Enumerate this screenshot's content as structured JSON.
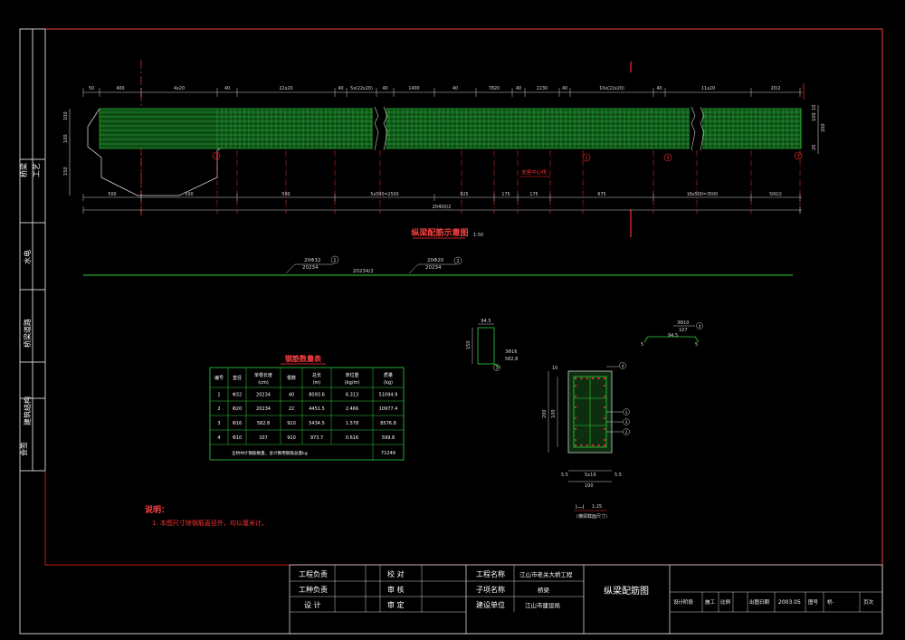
{
  "side_strip": {
    "labels": [
      "桥梁",
      "工艺",
      "水电",
      "桥梁道路",
      "建筑结构",
      "会签"
    ]
  },
  "elevation": {
    "title": "纵梁配筋示意图",
    "scale": "1:50",
    "top_dims": [
      "50",
      "400",
      "4x20",
      "40",
      "22x20",
      "40",
      "5x(22x20)",
      "40",
      "1400",
      "40",
      "7820",
      "40",
      "2230",
      "40",
      "10x(22x20)",
      "40",
      "11x20",
      "20/2"
    ],
    "bottom_dims": [
      "500",
      "500",
      "500",
      "5x500=2500",
      "925",
      "175",
      "175",
      "675",
      "16x500=3500",
      "500/2"
    ],
    "total_dim": "20400/2",
    "left_dims": [
      "100",
      "100",
      "150"
    ],
    "right_dims": [
      "10",
      "100",
      "200",
      "20"
    ],
    "center_note": "支座中心线",
    "circle_marks": [
      "3",
      "1",
      "3",
      "3"
    ]
  },
  "rebar_line": {
    "labels": [
      {
        "top": "20Φ32",
        "bottom": "20234",
        "mark": "1"
      },
      {
        "top": "20Φ20",
        "bottom": "20234",
        "mark": "2"
      }
    ],
    "center": "20234/2"
  },
  "rebar_table": {
    "title": "钢筋数量表",
    "headers": [
      "编号",
      "直径",
      "单根长度\n(cm)",
      "根数",
      "总长\n(m)",
      "单位重\n(kg/m)",
      "质量\n(kg)"
    ],
    "rows": [
      [
        "1",
        "Φ32",
        "20234",
        "40",
        "8093.6",
        "6.313",
        "51094.9"
      ],
      [
        "2",
        "Φ20",
        "20234",
        "22",
        "4451.5",
        "2.466",
        "10977.4"
      ],
      [
        "3",
        "Φ16",
        "582.8",
        "910",
        "5434.5",
        "1.578",
        "8576.8"
      ],
      [
        "4",
        "Φ10",
        "107",
        "910",
        "973.7",
        "0.616",
        "599.8"
      ]
    ],
    "footer": "全桥共计钢筋数量，含计算用钢筋总量kg",
    "footer_total": "71249"
  },
  "stirrup_detail": {
    "dim_top": "94.5",
    "dim_side": "150",
    "label1": "3Φ16",
    "label2": "582.8",
    "mark": "3"
  },
  "tie_detail": {
    "label1": "3Φ10",
    "label2": "107",
    "dim": "94.5",
    "left": "5",
    "right": "5",
    "mark": "4"
  },
  "section": {
    "title": "I—I",
    "scale": "1:25",
    "subtitle": "(横梁截面尺寸)",
    "dims": [
      "10",
      "100",
      "200",
      "5.5",
      "5x19",
      "5.5",
      "100"
    ],
    "marks": [
      "4",
      "1",
      "3",
      "2"
    ]
  },
  "notes": {
    "heading": "说明：",
    "items": [
      "1. 本图尺寸除钢筋直径外，均以厘米计。"
    ]
  },
  "title_block": {
    "left_labels": [
      "工程负责",
      "工种负责",
      "设    计"
    ],
    "mid_labels": [
      "校    对",
      "审    核",
      "审    定"
    ],
    "project_labels": [
      "工程名称",
      "子项名称",
      "建设单位"
    ],
    "project_values": [
      "江山市老关大桥工程",
      "桥梁",
      "江山市建设局"
    ],
    "drawing_title": "纵梁配筋图",
    "stage_label": "设计阶段",
    "stage_value": "施工",
    "scale_label": "比例",
    "date_label": "出图日期",
    "date_value": "2003.05",
    "sheet_label": "图号",
    "sheet_value": "桥-",
    "page_label": "页次"
  }
}
